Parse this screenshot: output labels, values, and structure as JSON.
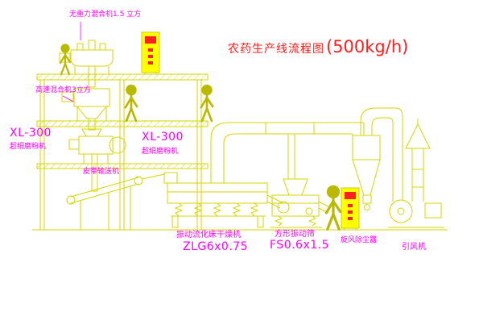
{
  "title": {
    "main": "农药生产线流程图",
    "capacity": "(500kg/h)"
  },
  "colors": {
    "background": "#ffffff",
    "line_yellow": "#d6d600",
    "figure_yellow": "#b9b900",
    "label_magenta": "#ff00ff",
    "title_red": "#ff1f1f",
    "cabinet_fill": "#ffff00",
    "accent_red": "#ff2020"
  },
  "labels": {
    "gravity_mixer": "无重力混合机1.5 立方",
    "high_speed_mixer": "高速混合机3立方",
    "mill_left_model": "XL-300",
    "mill_left_name": "超细磨粉机",
    "mill_center_model": "XL-300",
    "mill_center_name": "超细磨粉机",
    "belt_conveyor": "皮带输送机",
    "dryer_name": "振动流化床干燥机",
    "dryer_model": "ZLG6x0.75",
    "screen_name": "方形振动筛",
    "screen_model": "FS0.6x1.5",
    "cyclone": "旋风除尘器",
    "induced_draft_fan": "引风机"
  },
  "equipment_icons": [
    "platform-structure",
    "gravity-mixer",
    "high-speed-mixer",
    "pulverizer-mill",
    "belt-conveyor",
    "control-cabinet",
    "fluid-bed-dryer",
    "exhaust-duct",
    "cyclone-separator",
    "square-vibrating-screen",
    "induced-draft-fan",
    "exhaust-stack",
    "worker-figure"
  ]
}
